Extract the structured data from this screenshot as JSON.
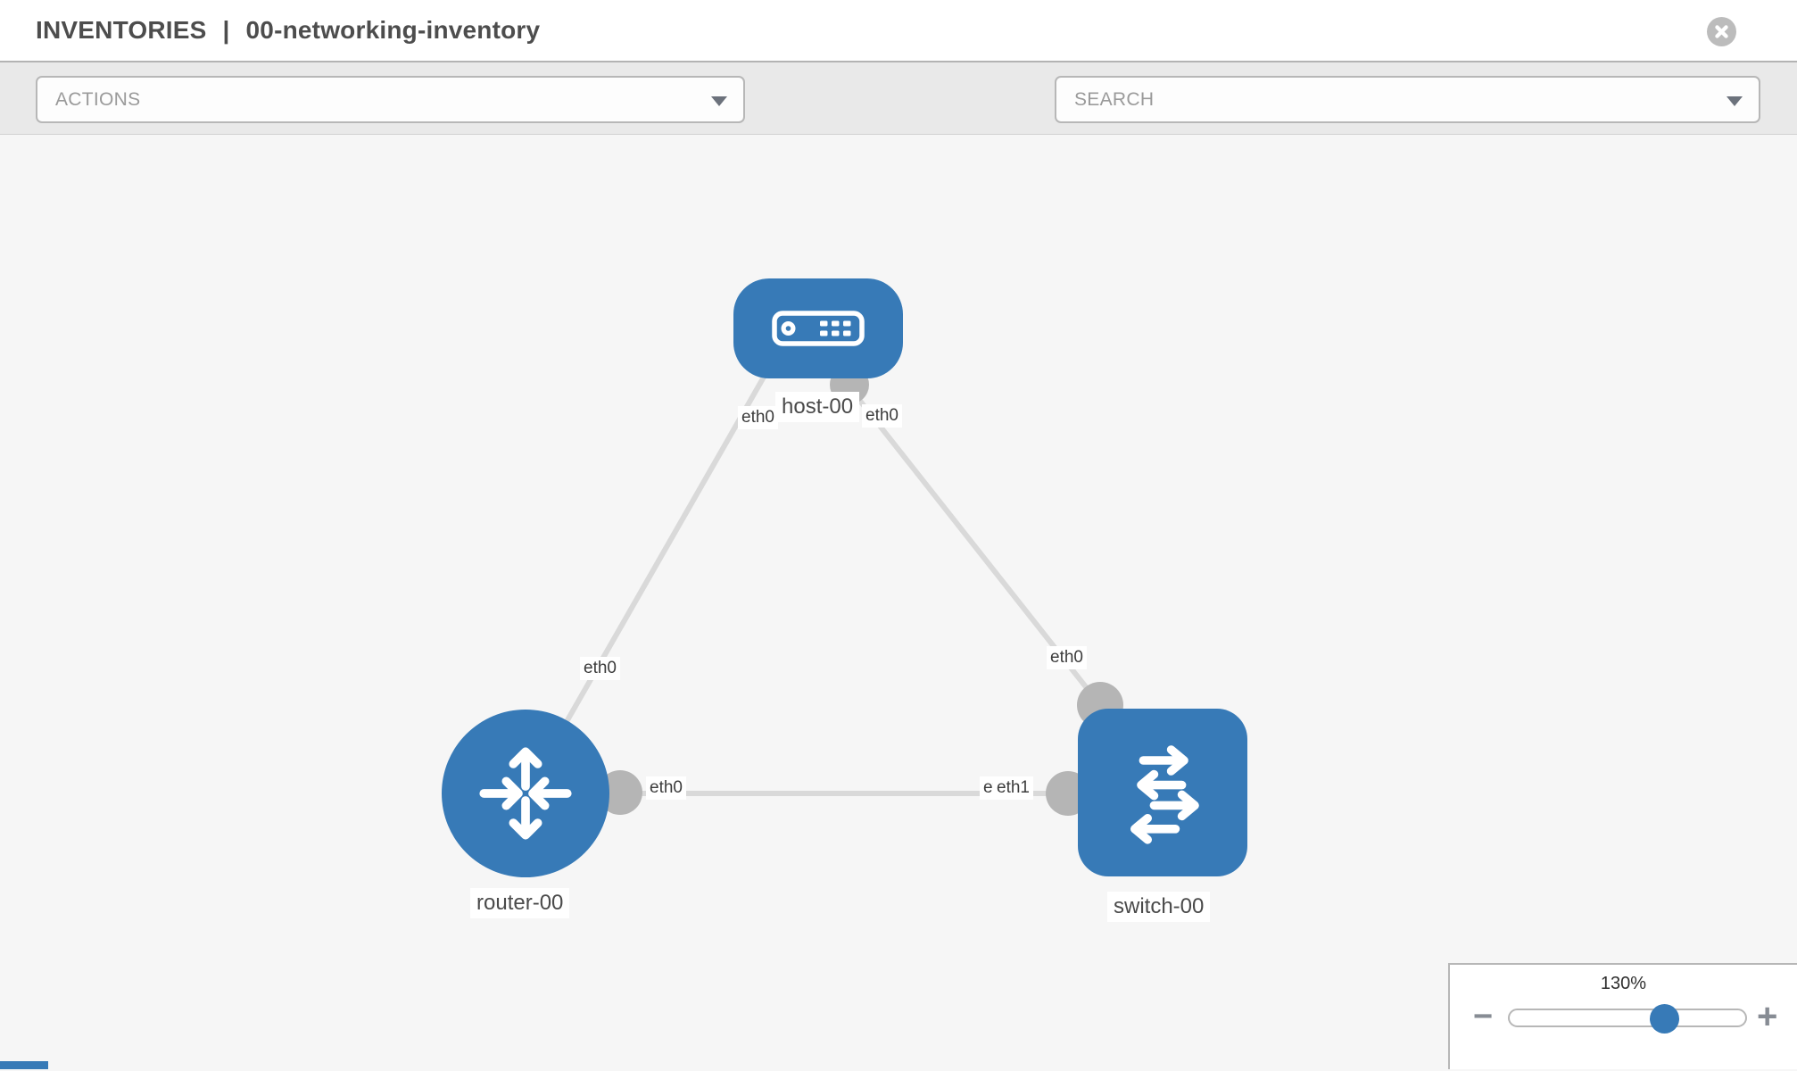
{
  "header": {
    "section": "INVENTORIES",
    "separator": "|",
    "inventory_name": "00-networking-inventory"
  },
  "toolbar": {
    "actions_label": "ACTIONS",
    "search_label": "SEARCH",
    "tools": [
      {
        "icon": "wrench-icon"
      },
      {
        "icon": "key-icon"
      }
    ]
  },
  "topology": {
    "nodes": [
      {
        "id": "host-00",
        "type": "host",
        "label": "host-00"
      },
      {
        "id": "router-00",
        "type": "router",
        "label": "router-00"
      },
      {
        "id": "switch-00",
        "type": "switch",
        "label": "switch-00"
      }
    ],
    "links": [
      {
        "from": "router-00",
        "to": "host-00",
        "from_interface": "eth0",
        "to_interface": "eth0"
      },
      {
        "from": "host-00",
        "to": "switch-00",
        "from_interface": "eth0",
        "to_interface": "eth0"
      },
      {
        "from": "router-00",
        "to": "switch-00",
        "from_interface": "eth0",
        "to_interface": "eth1"
      }
    ]
  },
  "zoom_control": {
    "level": "130%",
    "zoom_out": "−",
    "zoom_in": "+"
  },
  "colors": {
    "node_blue": "#377ab7",
    "link_gray": "#d9d9d9",
    "dot_gray": "#b5b5b5",
    "icon_gray": "#82878f",
    "border_gray": "#b7b7b7"
  }
}
